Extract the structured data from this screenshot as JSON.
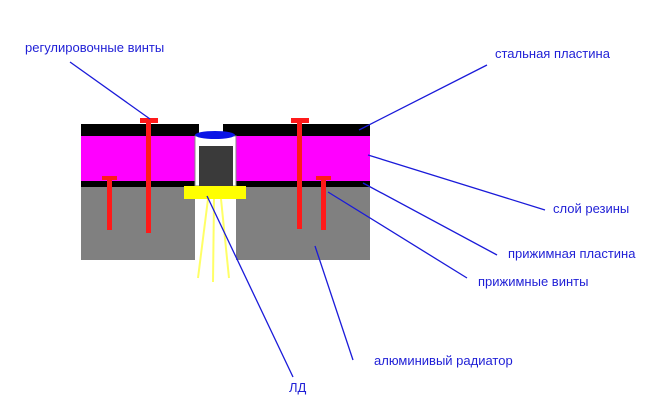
{
  "labels": {
    "adjusting_screws": "регулировочные винты",
    "steel_plate": "стальная пластина",
    "rubber_layer": "слой резины",
    "clamp_plate": "прижимная пластина",
    "clamp_screws": "прижимные винты",
    "aluminum_radiator": "алюминивый радиатор",
    "ld": "ЛД"
  },
  "colors": {
    "label": "#1f1fd6",
    "leader": "#1a1ad9",
    "steel": "#000000",
    "rubber": "#ff00ff",
    "radiator": "#808080",
    "screw": "#ff1a1a",
    "ld_body": "#3a3a3a",
    "ld_window": "#0a14e6",
    "ld_flange": "#ffff00",
    "ld_leads": "#ffff66"
  }
}
